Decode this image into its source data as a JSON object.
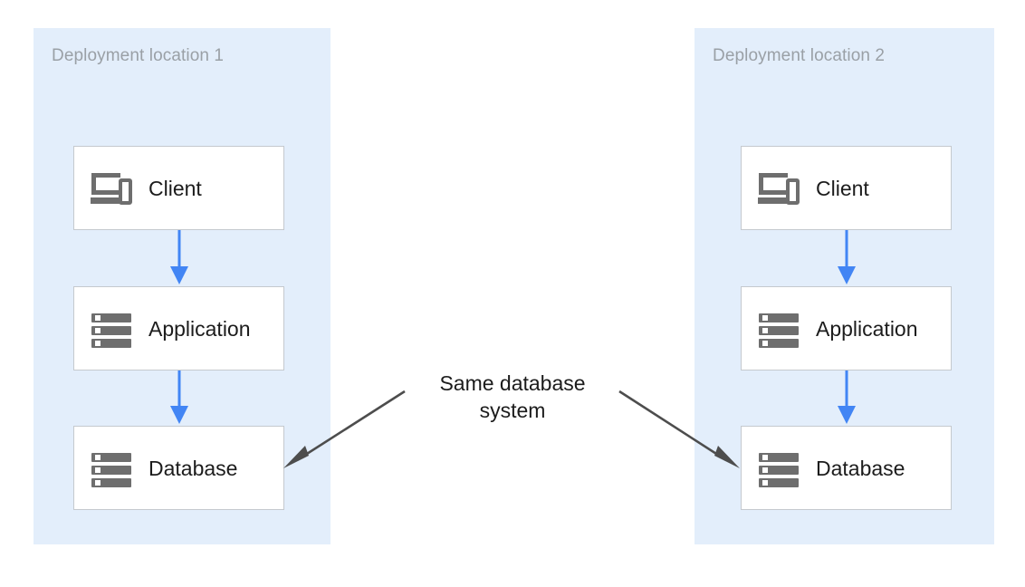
{
  "diagram": {
    "title": "Same database system deployment diagram",
    "background": "#ffffff",
    "zone_color": "#e3eefb",
    "node_border_color": "#c5c9ce",
    "node_fill": "#ffffff",
    "flow_arrow_color": "#4285f4",
    "annotation_arrow_color": "#4d4d4d",
    "zone_title_color": "#9aa0a6",
    "label_color": "#1c1c1c"
  },
  "zones": [
    {
      "id": "zone-1",
      "title": "Deployment location 1",
      "nodes": [
        {
          "id": "client-1",
          "label": "Client",
          "icon": "client-devices-icon"
        },
        {
          "id": "application-1",
          "label": "Application",
          "icon": "server-icon"
        },
        {
          "id": "database-1",
          "label": "Database",
          "icon": "database-icon"
        }
      ],
      "flows": [
        {
          "from": "client-1",
          "to": "application-1"
        },
        {
          "from": "application-1",
          "to": "database-1"
        }
      ]
    },
    {
      "id": "zone-2",
      "title": "Deployment location 2",
      "nodes": [
        {
          "id": "client-2",
          "label": "Client",
          "icon": "client-devices-icon"
        },
        {
          "id": "application-2",
          "label": "Application",
          "icon": "server-icon"
        },
        {
          "id": "database-2",
          "label": "Database",
          "icon": "database-icon"
        }
      ],
      "flows": [
        {
          "from": "client-2",
          "to": "application-2"
        },
        {
          "from": "application-2",
          "to": "database-2"
        }
      ]
    }
  ],
  "annotation": {
    "line1": "Same database",
    "line2": "system",
    "points_to": [
      "database-1",
      "database-2"
    ]
  }
}
